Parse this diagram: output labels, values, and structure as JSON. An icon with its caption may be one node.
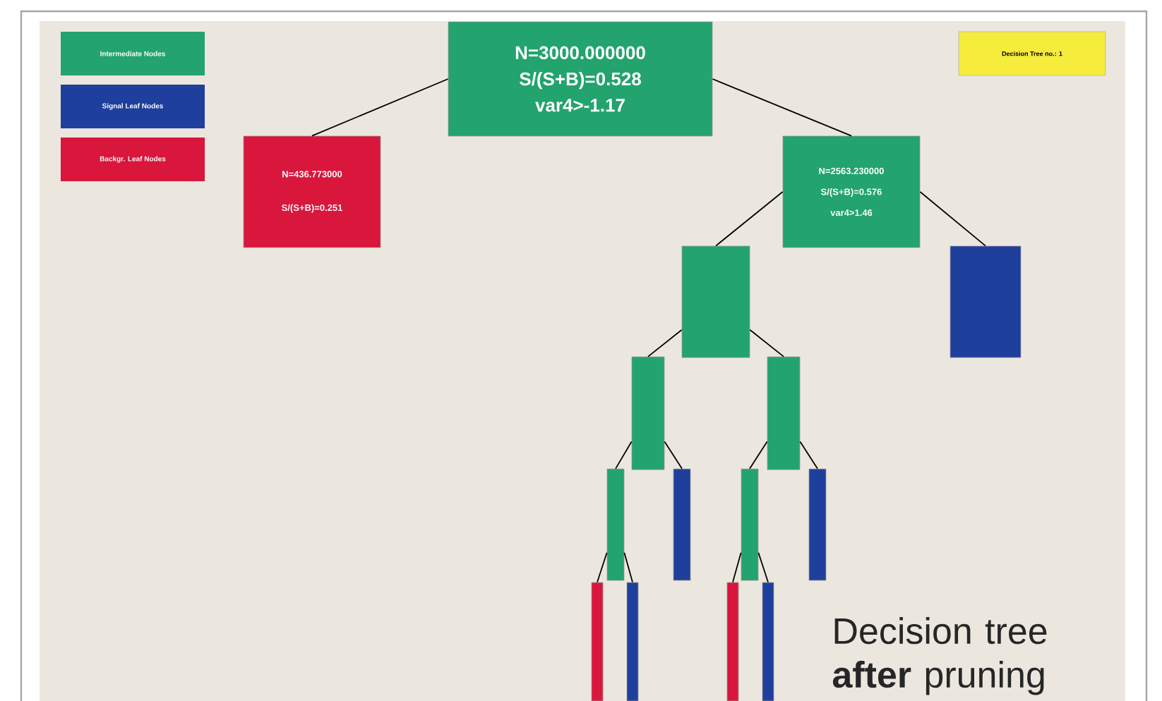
{
  "diagram": {
    "caption": "Decision tree **after** pruning",
    "nodes": [
      {
        "text": [
          "N=3000.000000",
          "S/(S+B)=0.528",
          "var4>-1.17"
        ]
      },
      {
        "text": [
          "N=436.773000",
          "S/(S+B)=0.251"
        ]
      },
      {
        "text": [
          "N=2563.230000",
          "S/(S+B)=0.576",
          "var4>1.46"
        ]
      },
      {
        "text": [],
        "shape": "box"
      },
      {
        "text": [],
        "shape": "box"
      },
      {
        "text": [],
        "shape": "box"
      },
      {
        "text": [],
        "shape": "box"
      },
      {
        "text": [],
        "shape": "box"
      },
      {
        "text": [],
        "shape": "box"
      },
      {
        "text": [],
        "shape": "box"
      },
      {
        "text": [],
        "shape": "box"
      },
      {
        "text": [],
        "shape": "box"
      },
      {
        "text": [],
        "shape": "box"
      },
      {
        "text": [],
        "shape": "box"
      },
      {
        "text": [],
        "shape": "box"
      }
    ],
    "edges": [
      {
        "from": 0,
        "to": 1,
        "arrow": "none"
      },
      {
        "from": 0,
        "to": 2,
        "arrow": "none"
      },
      {
        "from": 2,
        "to": 3,
        "arrow": "none"
      },
      {
        "from": 2,
        "to": 4,
        "arrow": "none"
      },
      {
        "from": 3,
        "to": 5,
        "arrow": "none"
      },
      {
        "from": 3,
        "to": 6,
        "arrow": "none"
      },
      {
        "from": 5,
        "to": 7,
        "arrow": "none"
      },
      {
        "from": 5,
        "to": 8,
        "arrow": "none"
      },
      {
        "from": 6,
        "to": 9,
        "arrow": "none"
      },
      {
        "from": 6,
        "to": 10,
        "arrow": "none"
      },
      {
        "from": 7,
        "to": 11,
        "arrow": "none"
      },
      {
        "from": 7,
        "to": 12,
        "arrow": "none"
      },
      {
        "from": 9,
        "to": 13,
        "arrow": "none"
      },
      {
        "from": 9,
        "to": 14,
        "arrow": "none"
      }
    ],
    "labels": [
      "Decision Tree no.: 1"
    ],
    "legend": [
      {
        "text": "Intermediate Nodes",
        "color": "#23a36d"
      },
      {
        "text": "Signal Leaf Nodes",
        "color": "#1f3f9c"
      },
      {
        "text": "Backgr. Leaf Nodes",
        "color": "#d9163c"
      }
    ]
  }
}
